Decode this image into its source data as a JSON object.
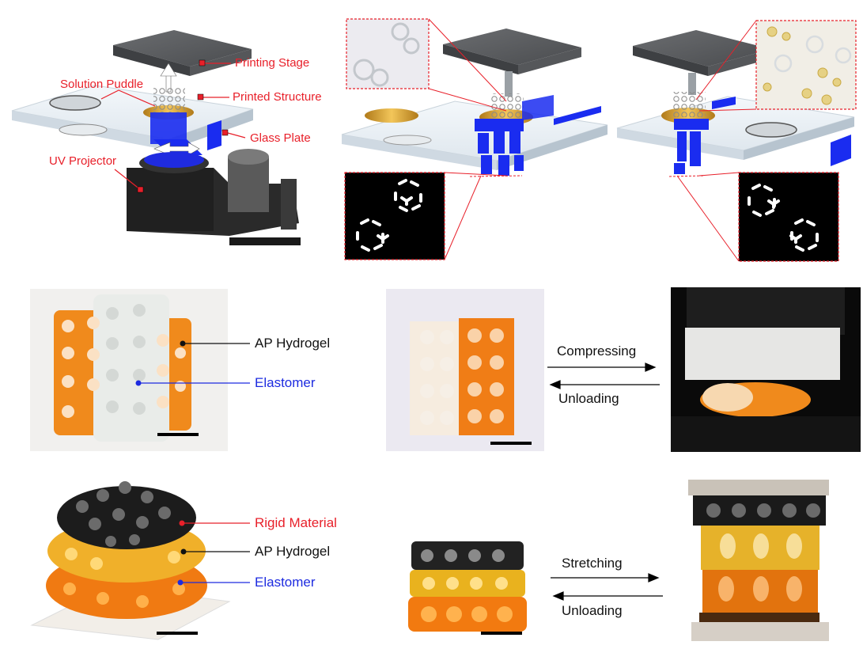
{
  "panel_a": {
    "labels": {
      "printing_stage": "Printing Stage",
      "solution_puddle": "Solution Puddle",
      "printed_structure": "Printed Structure",
      "glass_plate": "Glass Plate",
      "uv_projector": "UV Projector"
    }
  },
  "panel_b": {
    "ap_hydrogel": "AP Hydrogel",
    "elastomer": "Elastomer",
    "compressing": "Compressing",
    "unloading": "Unloading"
  },
  "panel_c": {
    "rigid_material": "Rigid Material",
    "ap_hydrogel": "AP Hydrogel",
    "elastomer": "Elastomer",
    "stretching": "Stretching",
    "unloading": "Unloading"
  },
  "colors": {
    "label_red": "#e8202a",
    "elastomer_blue": "#1d2be0",
    "projection_blue": "#1a2cf0",
    "hydrogel_orange": "#f08a1c",
    "stage_gray": "#5a5c5e"
  }
}
